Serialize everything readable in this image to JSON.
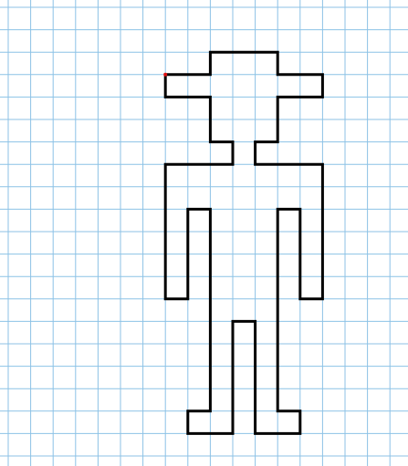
{
  "grid": {
    "line_color": "#8cc2e6",
    "background": "#ffffff"
  },
  "figure": {
    "stroke_color": "#000000",
    "start_marker_color": "#e01010",
    "outline_cells": [
      [
        0,
        0
      ],
      [
        2,
        0
      ],
      [
        2,
        -1
      ],
      [
        5,
        -1
      ],
      [
        5,
        0
      ],
      [
        7,
        0
      ],
      [
        7,
        1
      ],
      [
        5,
        1
      ],
      [
        5,
        3
      ],
      [
        4,
        3
      ],
      [
        4,
        4
      ],
      [
        7,
        4
      ],
      [
        7,
        10
      ],
      [
        6,
        10
      ],
      [
        6,
        6
      ],
      [
        5,
        6
      ],
      [
        5,
        15
      ],
      [
        6,
        15
      ],
      [
        6,
        16
      ],
      [
        4,
        16
      ],
      [
        4,
        11
      ],
      [
        3,
        11
      ],
      [
        3,
        16
      ],
      [
        1,
        16
      ],
      [
        1,
        15
      ],
      [
        2,
        15
      ],
      [
        2,
        6
      ],
      [
        1,
        6
      ],
      [
        1,
        10
      ],
      [
        0,
        10
      ],
      [
        0,
        4
      ],
      [
        3,
        4
      ],
      [
        3,
        3
      ],
      [
        2,
        3
      ],
      [
        2,
        1
      ],
      [
        0,
        1
      ],
      [
        0,
        0
      ]
    ]
  }
}
